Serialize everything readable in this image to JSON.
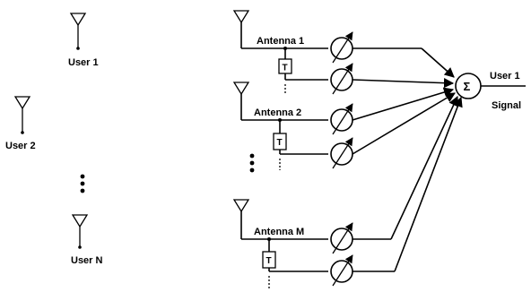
{
  "users": {
    "user1": "User 1",
    "user2": "User 2",
    "userN": "User N"
  },
  "antennas": {
    "a1": "Antenna 1",
    "a2": "Antenna 2",
    "aM": "Antenna M"
  },
  "delay_symbol": "T",
  "sum_symbol": "Σ",
  "output": {
    "line1": "User 1",
    "line2": "Signal"
  }
}
